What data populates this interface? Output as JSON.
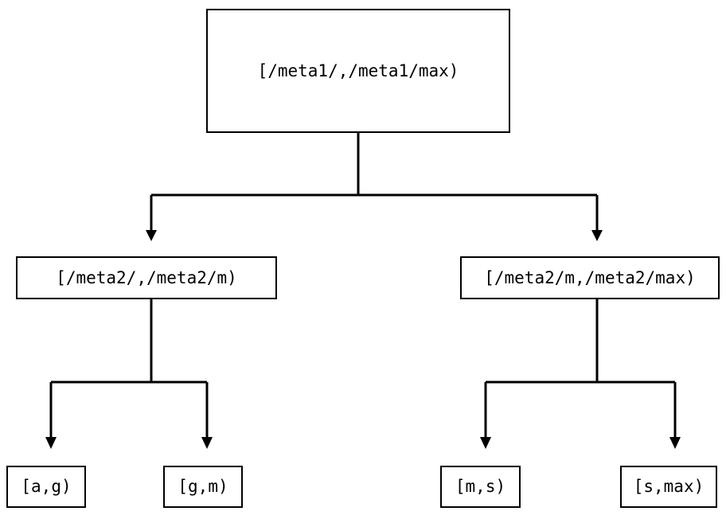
{
  "diagram": {
    "type": "interval-partition-tree",
    "orientation": "top-down",
    "stroke_color": "#000000",
    "fill_color": "#ffffff",
    "background": "#ffffff",
    "edge_style": "orthogonal-elbow",
    "arrowhead": "filled-triangle-down",
    "levels": 3,
    "nodes": {
      "root": {
        "id": "root",
        "label": "[/meta1/,/meta1/max)",
        "level": 0
      },
      "meta2_low": {
        "id": "meta2_low",
        "label": "[/meta2/,/meta2/m)",
        "level": 1
      },
      "meta2_high": {
        "id": "meta2_high",
        "label": "[/meta2/m,/meta2/max)",
        "level": 1
      },
      "leaf_ag": {
        "id": "leaf_ag",
        "label": "[a,g)",
        "level": 2
      },
      "leaf_gm": {
        "id": "leaf_gm",
        "label": "[g,m)",
        "level": 2
      },
      "leaf_ms": {
        "id": "leaf_ms",
        "label": "[m,s)",
        "level": 2
      },
      "leaf_smax": {
        "id": "leaf_smax",
        "label": "[s,max)",
        "level": 2
      }
    },
    "edges": [
      {
        "from": "root",
        "to": "meta2_low"
      },
      {
        "from": "root",
        "to": "meta2_high"
      },
      {
        "from": "meta2_low",
        "to": "leaf_ag"
      },
      {
        "from": "meta2_low",
        "to": "leaf_gm"
      },
      {
        "from": "meta2_high",
        "to": "leaf_ms"
      },
      {
        "from": "meta2_high",
        "to": "leaf_smax"
      }
    ]
  }
}
